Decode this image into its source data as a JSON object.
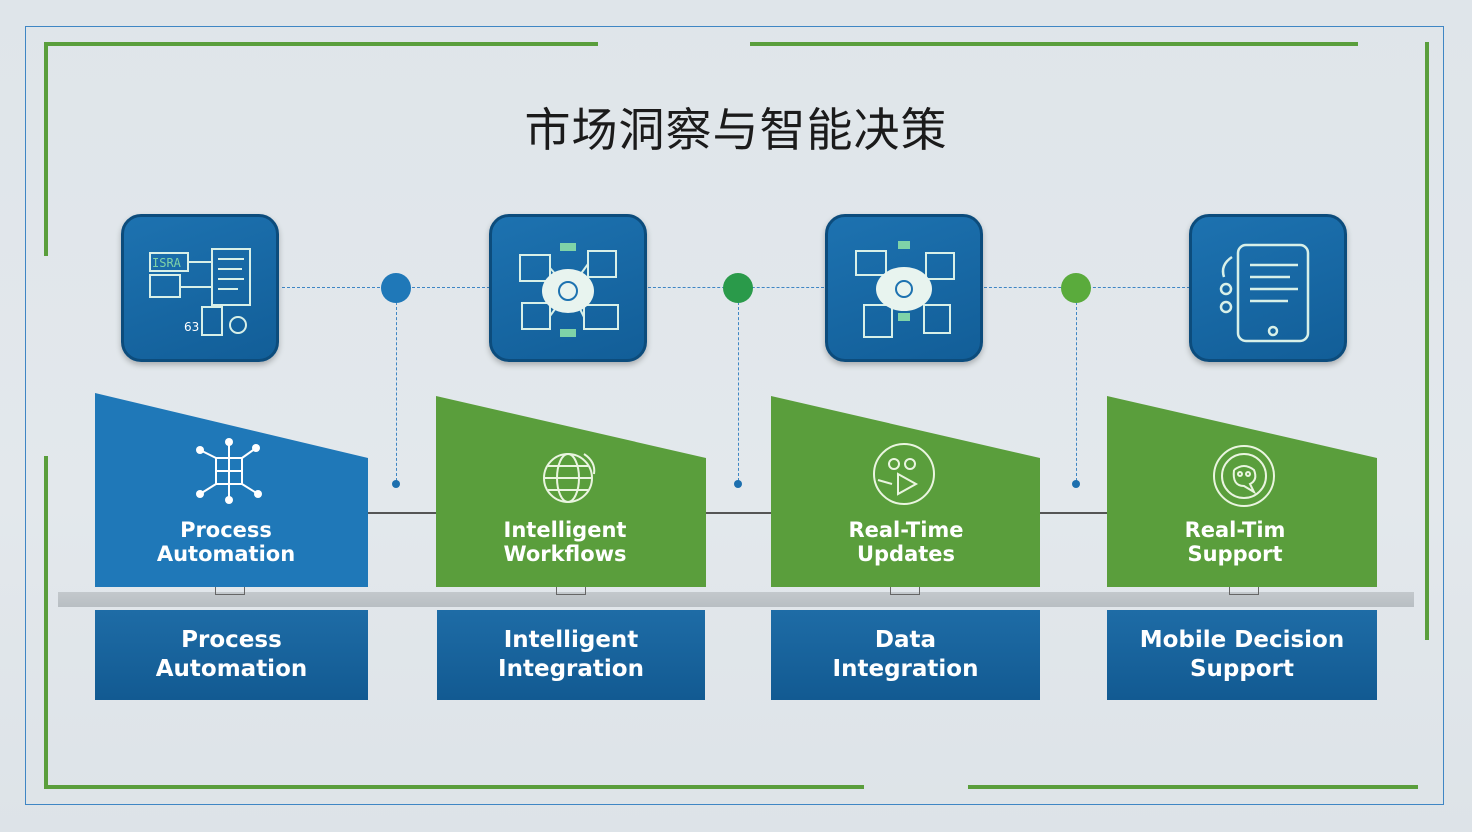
{
  "title": "市场洞察与智能决策",
  "colors": {
    "blue": "#1d72b0",
    "green": "#5a9e3c",
    "dark_blue": "#125e98"
  },
  "icons": [
    "dashboard-documents-icon",
    "workflow-network-icon",
    "cloud-documents-icon",
    "mobile-tablet-icon"
  ],
  "stages": [
    {
      "top_label_1": "Process",
      "top_label_2": "Automation",
      "bottom_label_1": "Process",
      "bottom_label_2": "Automation",
      "color": "blue",
      "badge_icon": "cube-network-icon"
    },
    {
      "top_label_1": "Intelligent",
      "top_label_2": "Workflows",
      "bottom_label_1": "Intelligent",
      "bottom_label_2": "Integration",
      "color": "green",
      "badge_icon": "globe-icon"
    },
    {
      "top_label_1": "Real-Time",
      "top_label_2": "Updates",
      "bottom_label_1": "Data",
      "bottom_label_2": "Integration",
      "color": "green",
      "badge_icon": "play-circle-icon"
    },
    {
      "top_label_1": "Real-Tim",
      "top_label_2": "Support",
      "bottom_label_1": "Mobile Decision",
      "bottom_label_2": "Support",
      "color": "green",
      "badge_icon": "chat-circle-icon"
    }
  ]
}
